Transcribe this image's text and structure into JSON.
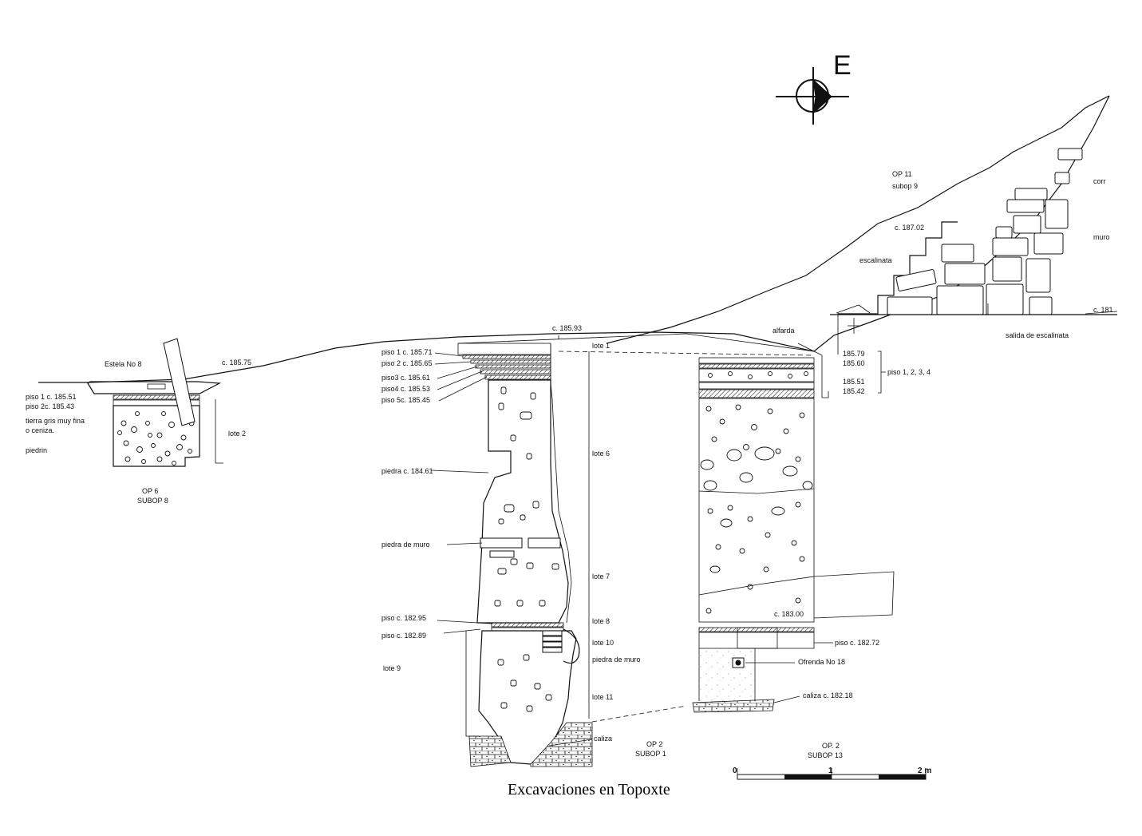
{
  "caption": "Excavaciones en Topoxte",
  "north_arrow": {
    "letter": "E",
    "icon": "orientation-arrow-icon"
  },
  "scale_bar": {
    "ticks": [
      "0",
      "1",
      "2 m"
    ]
  },
  "op6": {
    "title": "OP 6",
    "subtitle": "SUBOP 8",
    "stela": "Estela No 8",
    "ground_level": "c. 185.75",
    "floor1": "piso 1 c. 185.51",
    "floor2": "piso 2c. 185.43",
    "soil_line1": "tierra gris muy fina",
    "soil_line2": "o ceniza.",
    "rubble": "piedrin",
    "lot": "lote 2"
  },
  "op2_subop1": {
    "title": "OP 2",
    "subtitle": "SUBOP 1",
    "top_level": "c. 185.93",
    "floors": [
      "piso 1 c. 185.71",
      "piso 2 c. 185.65",
      "piso3 c. 185.61",
      "piso4 c. 185.53",
      "piso 5c. 185.45"
    ],
    "stone_level": "piedra c. 184.61",
    "wall_stone": "piedra de muro",
    "floor_a": "piso c. 182.95",
    "floor_b": "piso c. 182.89",
    "lots": [
      "lote 1",
      "lote 6",
      "lote 7",
      "lote 8",
      "lote 9",
      "lote 10",
      "lote 11"
    ],
    "wall_stone_2": "piedra de muro",
    "bedrock": "caliza"
  },
  "op2_subop13": {
    "title": "OP. 2",
    "subtitle": "SUBOP 13",
    "alfarda": "alfarda",
    "levels": [
      "185.79",
      "185.60",
      "185.51",
      "185.42"
    ],
    "floors_group": "piso 1, 2, 3, 4",
    "level_mid": "c. 183.00",
    "floor": "piso c. 182.72",
    "offering": "Ofrenda No 18",
    "bedrock": "caliza c. 182.18"
  },
  "op11": {
    "title": "OP 11",
    "subtitle": "subop 9",
    "level": "c. 187.02",
    "staircase": "escalinata",
    "wall": "muro",
    "corr": "corr",
    "exit": "salida de escalinata",
    "level_right": "c. 181"
  }
}
